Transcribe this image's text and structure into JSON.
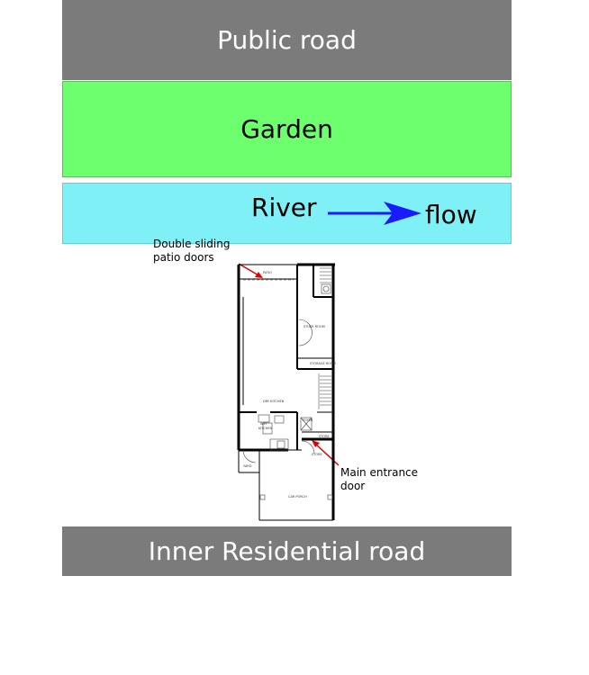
{
  "bands": {
    "public_road": "Public road",
    "garden": "Garden",
    "river_left": "River",
    "river_right": "flow",
    "inner_road": "Inner Residential road"
  },
  "annotations": {
    "patio_line1": "Double sliding",
    "patio_line2": "patio doors",
    "entrance_line1": "Main entrance",
    "entrance_line2": "door"
  },
  "rooms": {
    "patio": "PATIO",
    "study": "STUDY ROOM",
    "storage": "STORAGE ROOM",
    "dry_kitchen": "DRY KITCHEN",
    "wet_kitchen_1": "WET",
    "wet_kitchen_2": "KITCHEN",
    "foyer": "FOYER",
    "store": "STORE",
    "yard": "YARD",
    "car_porch": "CAR PORCH"
  },
  "colors": {
    "road": "#7b7b7b",
    "garden": "#6dff6d",
    "river": "#7ff0f5",
    "flow_arrow": "#1a1aff",
    "annotation_arrow": "#e00000"
  }
}
